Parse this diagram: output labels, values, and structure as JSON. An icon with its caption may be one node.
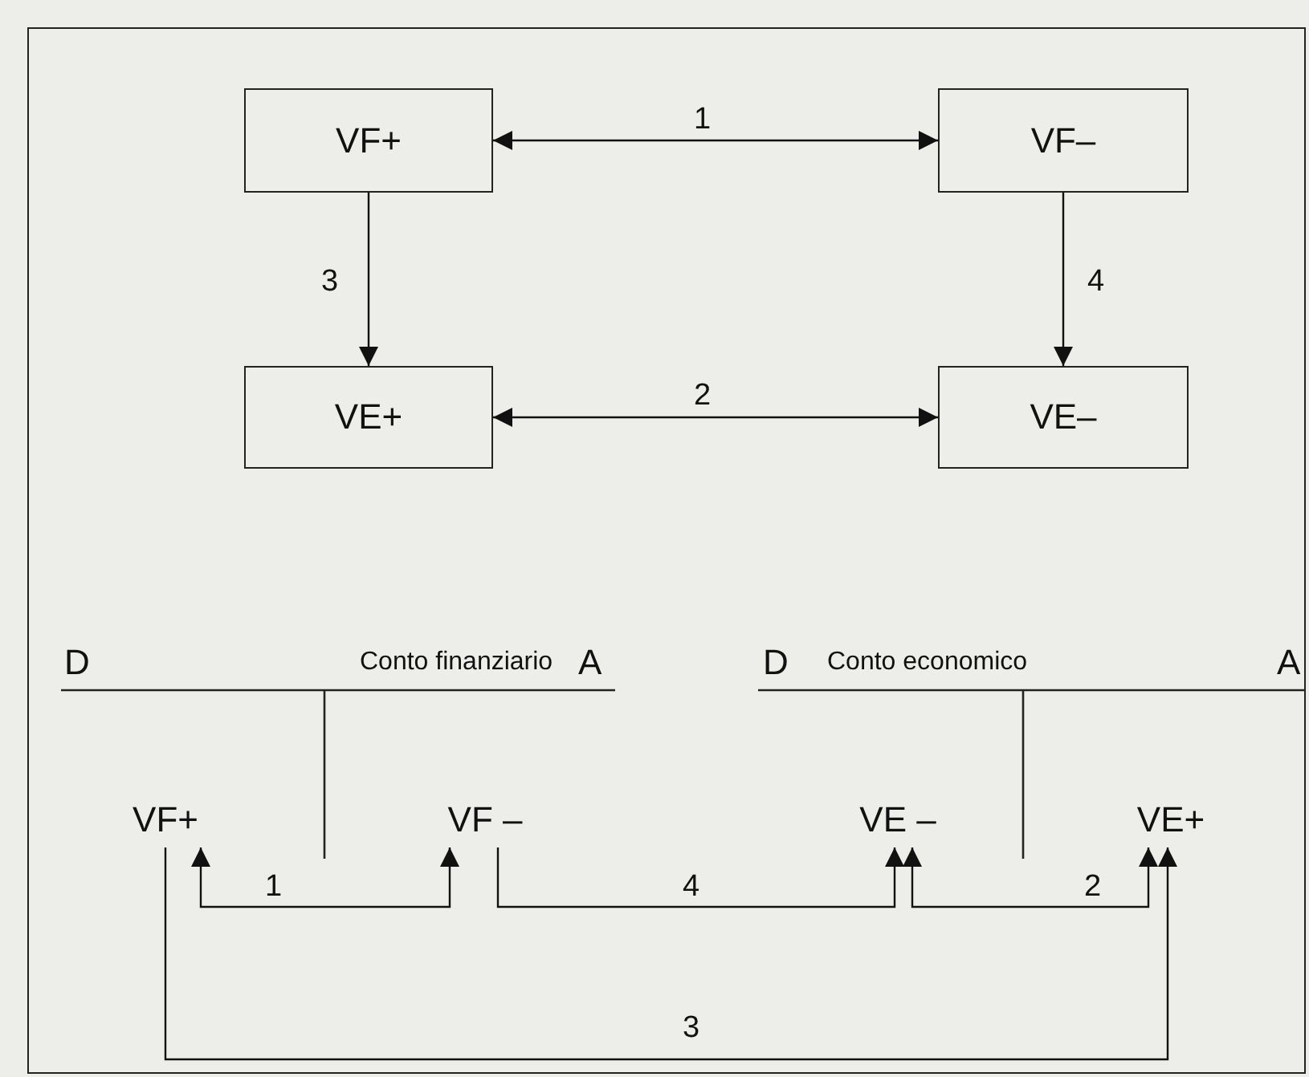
{
  "diagram": {
    "nodes": [
      {
        "text": [
          "VF+"
        ]
      },
      {
        "text": [
          "VF–"
        ]
      },
      {
        "text": [
          "VE+"
        ]
      },
      {
        "text": [
          "VE–"
        ]
      },
      {
        "text": [
          "D",
          "Conto finanziario",
          "A"
        ]
      },
      {
        "text": [
          "VF+"
        ],
        "in": 4
      },
      {
        "text": [
          "VF –"
        ],
        "in": 4
      },
      {
        "text": [
          "D",
          "Conto economico",
          "A"
        ]
      },
      {
        "text": [
          "VE –"
        ],
        "in": 7
      },
      {
        "text": [
          "VE+"
        ],
        "in": 7
      }
    ],
    "edges": [
      {
        "from": 0,
        "to": 1,
        "arrow": "both",
        "label": "1"
      },
      {
        "from": 0,
        "to": 2,
        "arrow": "to",
        "label": "3"
      },
      {
        "from": 1,
        "to": 3,
        "arrow": "to",
        "label": "4"
      },
      {
        "from": 2,
        "to": 3,
        "arrow": "both",
        "label": "2"
      },
      {
        "from": 5,
        "to": 6,
        "arrow": "both",
        "label": "1"
      },
      {
        "from": 6,
        "to": 8,
        "arrow": "to",
        "label": "4"
      },
      {
        "from": 8,
        "to": 9,
        "arrow": "both",
        "label": "2"
      },
      {
        "from": 5,
        "to": 9,
        "arrow": "to",
        "label": "3"
      }
    ]
  }
}
